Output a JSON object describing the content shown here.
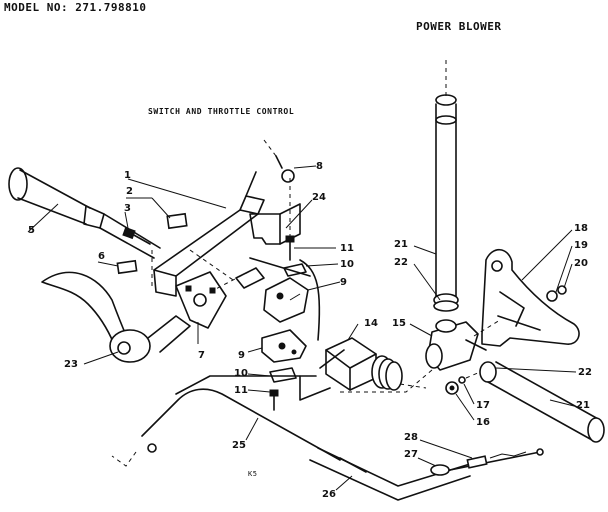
{
  "header": {
    "model": "MODEL NO: 271.798810",
    "title": "POWER BLOWER",
    "subtitle": "SWITCH AND THROTTLE CONTROL"
  },
  "page_mark": "K5",
  "callouts": [
    "1",
    "2",
    "3",
    "5",
    "6",
    "7",
    "8",
    "9",
    "9",
    "10",
    "10",
    "11",
    "11",
    "14",
    "15",
    "16",
    "17",
    "18",
    "19",
    "20",
    "21",
    "21",
    "22",
    "22",
    "23",
    "24",
    "25",
    "26",
    "27",
    "28"
  ]
}
